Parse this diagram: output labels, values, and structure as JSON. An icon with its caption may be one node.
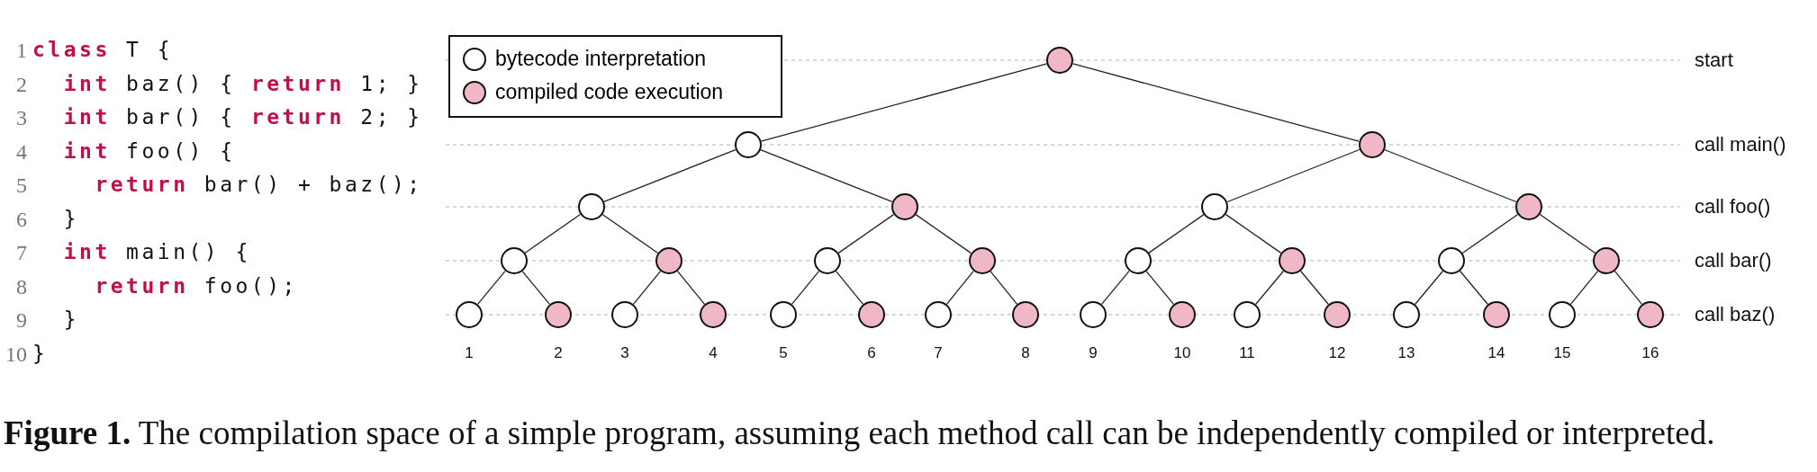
{
  "diagram": {
    "caption": "**Figure 1.** The compilation space of a simple program, assuming each method call can be independently compiled or interpreted.",
    "nodes": [
      {
        "text": [],
        "shape": "circle"
      },
      {
        "text": [],
        "shape": "circle"
      },
      {
        "text": [],
        "shape": "circle"
      },
      {
        "text": [],
        "shape": "circle"
      },
      {
        "text": [],
        "shape": "circle"
      },
      {
        "text": [],
        "shape": "circle"
      },
      {
        "text": [],
        "shape": "circle"
      },
      {
        "text": [],
        "shape": "circle"
      },
      {
        "text": [],
        "shape": "circle"
      },
      {
        "text": [],
        "shape": "circle"
      },
      {
        "text": [],
        "shape": "circle"
      },
      {
        "text": [],
        "shape": "circle"
      },
      {
        "text": [],
        "shape": "circle"
      },
      {
        "text": [],
        "shape": "circle"
      },
      {
        "text": [],
        "shape": "circle"
      },
      {
        "text": [],
        "shape": "circle",
        "beside": [
          "1"
        ]
      },
      {
        "text": [],
        "shape": "circle",
        "beside": [
          "2"
        ]
      },
      {
        "text": [],
        "shape": "circle",
        "beside": [
          "3"
        ]
      },
      {
        "text": [],
        "shape": "circle",
        "beside": [
          "4"
        ]
      },
      {
        "text": [],
        "shape": "circle",
        "beside": [
          "5"
        ]
      },
      {
        "text": [],
        "shape": "circle",
        "beside": [
          "6"
        ]
      },
      {
        "text": [],
        "shape": "circle",
        "beside": [
          "7"
        ]
      },
      {
        "text": [],
        "shape": "circle",
        "beside": [
          "8"
        ]
      },
      {
        "text": [],
        "shape": "circle",
        "beside": [
          "9"
        ]
      },
      {
        "text": [],
        "shape": "circle",
        "beside": [
          "10"
        ]
      },
      {
        "text": [],
        "shape": "circle",
        "beside": [
          "11"
        ]
      },
      {
        "text": [],
        "shape": "circle",
        "beside": [
          "12"
        ]
      },
      {
        "text": [],
        "shape": "circle",
        "beside": [
          "13"
        ]
      },
      {
        "text": [],
        "shape": "circle",
        "beside": [
          "14"
        ]
      },
      {
        "text": [],
        "shape": "circle",
        "beside": [
          "15"
        ]
      },
      {
        "text": [],
        "shape": "circle",
        "beside": [
          "16"
        ]
      }
    ],
    "edges": [
      {
        "from": 0,
        "to": 1,
        "arrow": "none"
      },
      {
        "from": 0,
        "to": 2,
        "arrow": "none"
      },
      {
        "from": 1,
        "to": 3,
        "arrow": "none"
      },
      {
        "from": 1,
        "to": 4,
        "arrow": "none"
      },
      {
        "from": 2,
        "to": 5,
        "arrow": "none"
      },
      {
        "from": 2,
        "to": 6,
        "arrow": "none"
      },
      {
        "from": 3,
        "to": 7,
        "arrow": "none"
      },
      {
        "from": 3,
        "to": 8,
        "arrow": "none"
      },
      {
        "from": 4,
        "to": 9,
        "arrow": "none"
      },
      {
        "from": 4,
        "to": 10,
        "arrow": "none"
      },
      {
        "from": 5,
        "to": 11,
        "arrow": "none"
      },
      {
        "from": 5,
        "to": 12,
        "arrow": "none"
      },
      {
        "from": 6,
        "to": 13,
        "arrow": "none"
      },
      {
        "from": 6,
        "to": 14,
        "arrow": "none"
      },
      {
        "from": 7,
        "to": 15,
        "arrow": "none"
      },
      {
        "from": 7,
        "to": 16,
        "arrow": "none"
      },
      {
        "from": 8,
        "to": 17,
        "arrow": "none"
      },
      {
        "from": 8,
        "to": 18,
        "arrow": "none"
      },
      {
        "from": 9,
        "to": 19,
        "arrow": "none"
      },
      {
        "from": 9,
        "to": 20,
        "arrow": "none"
      },
      {
        "from": 10,
        "to": 21,
        "arrow": "none"
      },
      {
        "from": 10,
        "to": 22,
        "arrow": "none"
      },
      {
        "from": 11,
        "to": 23,
        "arrow": "none"
      },
      {
        "from": 11,
        "to": 24,
        "arrow": "none"
      },
      {
        "from": 12,
        "to": 25,
        "arrow": "none"
      },
      {
        "from": 12,
        "to": 26,
        "arrow": "none"
      },
      {
        "from": 13,
        "to": 27,
        "arrow": "none"
      },
      {
        "from": 13,
        "to": 28,
        "arrow": "none"
      },
      {
        "from": 14,
        "to": 29,
        "arrow": "none"
      },
      {
        "from": 14,
        "to": 30,
        "arrow": "none"
      }
    ],
    "labels": [
      "1",
      "**class** T {",
      "2",
      "  **int** baz() { **return** 1; }",
      "3",
      "  **int** bar() { **return** 2; }",
      "4",
      "  **int** foo() {",
      "5",
      "    **return** bar() + baz();",
      "6",
      "  }",
      "7",
      "  **int** main() {",
      "8",
      "    **return** foo();",
      "9",
      "  }",
      "10",
      "}",
      "start",
      "call main()",
      "call foo()",
      "call bar()",
      "call baz()"
    ],
    "legend": [
      {
        "text": "bytecode interpretation",
        "color": "#ffffff"
      },
      {
        "text": "compiled code execution",
        "color": "#f0b7c7"
      }
    ]
  }
}
